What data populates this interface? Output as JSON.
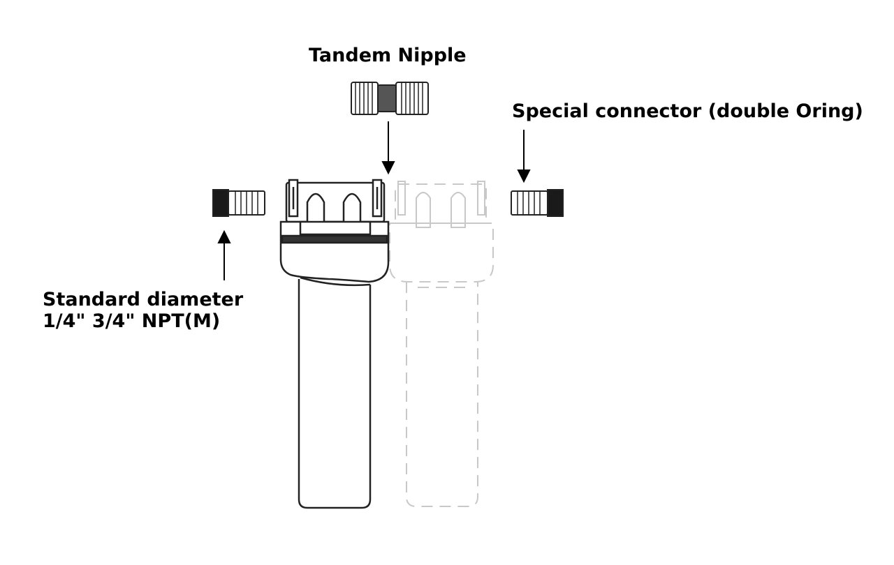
{
  "labels": {
    "tandem_nipple": "Tandem Nipple",
    "special_connector": "Special connector (double Oring)",
    "standard_line1": "Standard diameter",
    "standard_line2": "1/4\" 3/4\" NPT(M)"
  },
  "colors": {
    "outline": "#222222",
    "ghost_outline": "#c8c8c8",
    "text": "#000000"
  }
}
